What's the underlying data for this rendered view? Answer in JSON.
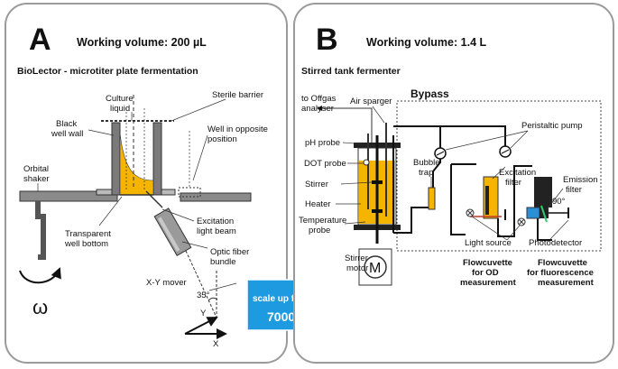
{
  "panel_a": {
    "letter": "A",
    "volume": "Working volume: 200 µL",
    "subtitle": "BioLector - microtiter plate fermentation",
    "labels": {
      "culture1": "Culture",
      "culture2": "liquid",
      "sterile": "Sterile barrier",
      "black1": "Black",
      "black2": "well wall",
      "opp1": "Well in opposite",
      "opp2": "position",
      "orb1": "Orbital",
      "orb2": "shaker",
      "trans1": "Transparent",
      "trans2": "well bottom",
      "exc1": "Excitation",
      "exc2": "light beam",
      "fib1": "Optic fiber",
      "fib2": "bundle",
      "omega": "ω",
      "angle": "35°",
      "xymover": "X-Y mover",
      "yaxis": "Y",
      "xaxis": "X"
    }
  },
  "arrow": {
    "line1": "scale up factor",
    "line2": "7000",
    "color": "#1e9be0"
  },
  "panel_b": {
    "letter": "B",
    "volume": "Working volume: 1.4 L",
    "subtitle": "Stirred tank fermenter",
    "labels": {
      "offgas1": "to Offgas",
      "offgas2": "analyser",
      "sparger": "Air sparger",
      "bypass": "Bypass",
      "peristaltic": "Peristaltic pump",
      "ph": "pH probe",
      "dot": "DOT probe",
      "stirrer": "Stirrer",
      "heater": "Heater",
      "temp1": "Temperature",
      "temp2": "probe",
      "bubble1": "Bubble",
      "bubble2": "trap",
      "exc1": "Excitation",
      "exc2": "filter",
      "em1": "Emission",
      "em2": "filter",
      "deg90": "90°",
      "lightsource": "Light source",
      "photodetector": "Photodetector",
      "smotor1": "Stirrer",
      "smotor2": "motor",
      "motor": "M",
      "fcod1": "Flowcuvette",
      "fcod2": "for OD",
      "fcod3": "measurement",
      "fcfl1": "Flowcuvette",
      "fcfl2": "for fluorescence",
      "fcfl3": "measurement"
    }
  },
  "colors": {
    "liquid": "#f4b400",
    "wall": "#7a7a7a",
    "plate": "#8a8a8a",
    "cuvette": "#2a8fd6",
    "panel_border": "#9a9a9a"
  }
}
